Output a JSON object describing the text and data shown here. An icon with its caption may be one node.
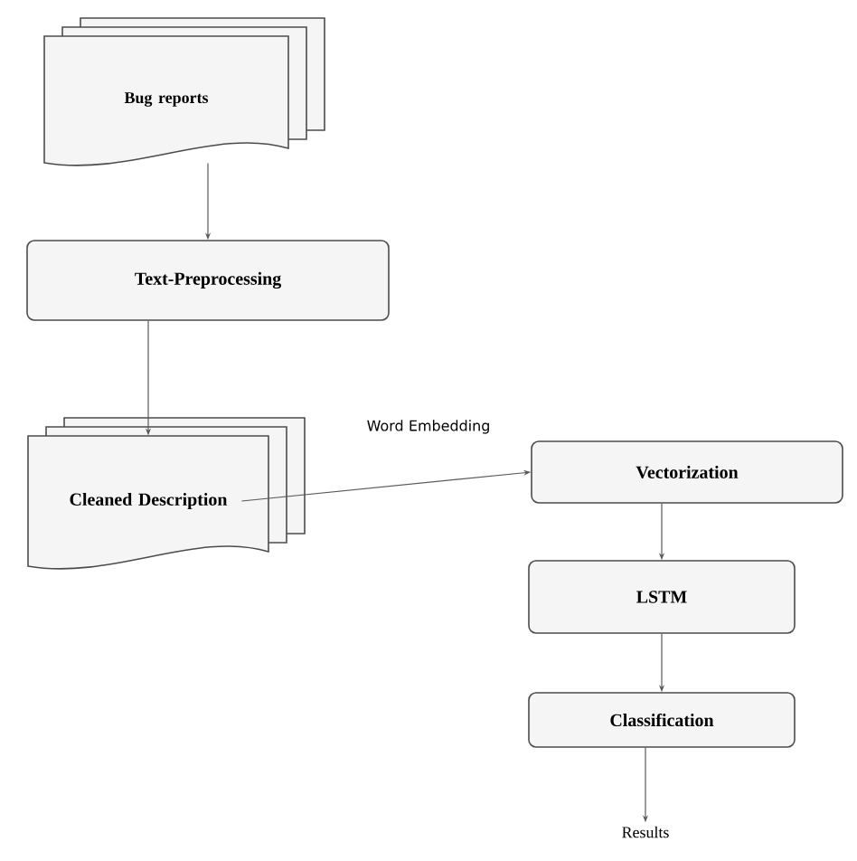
{
  "diagram": {
    "nodes": [
      {
        "text": [
          "Bug reports"
        ]
      },
      {
        "text": [
          "Text-Preprocessing"
        ]
      },
      {
        "text": [
          "Cleaned Description"
        ]
      },
      {
        "text": [
          "Vectorization"
        ]
      },
      {
        "text": [
          "LSTM"
        ]
      },
      {
        "text": [
          "Classification"
        ]
      },
      {
        "text": [
          "Results"
        ]
      }
    ],
    "edges": [
      {
        "from": 0,
        "to": 1,
        "arrow": "to"
      },
      {
        "from": 1,
        "to": 2,
        "arrow": "to"
      },
      {
        "from": 2,
        "to": 3,
        "arrow": "to",
        "label": "Word Embedding"
      },
      {
        "from": 3,
        "to": 4,
        "arrow": "to"
      },
      {
        "from": 4,
        "to": 5,
        "arrow": "to"
      },
      {
        "from": 5,
        "to": 6,
        "arrow": "to"
      }
    ]
  }
}
